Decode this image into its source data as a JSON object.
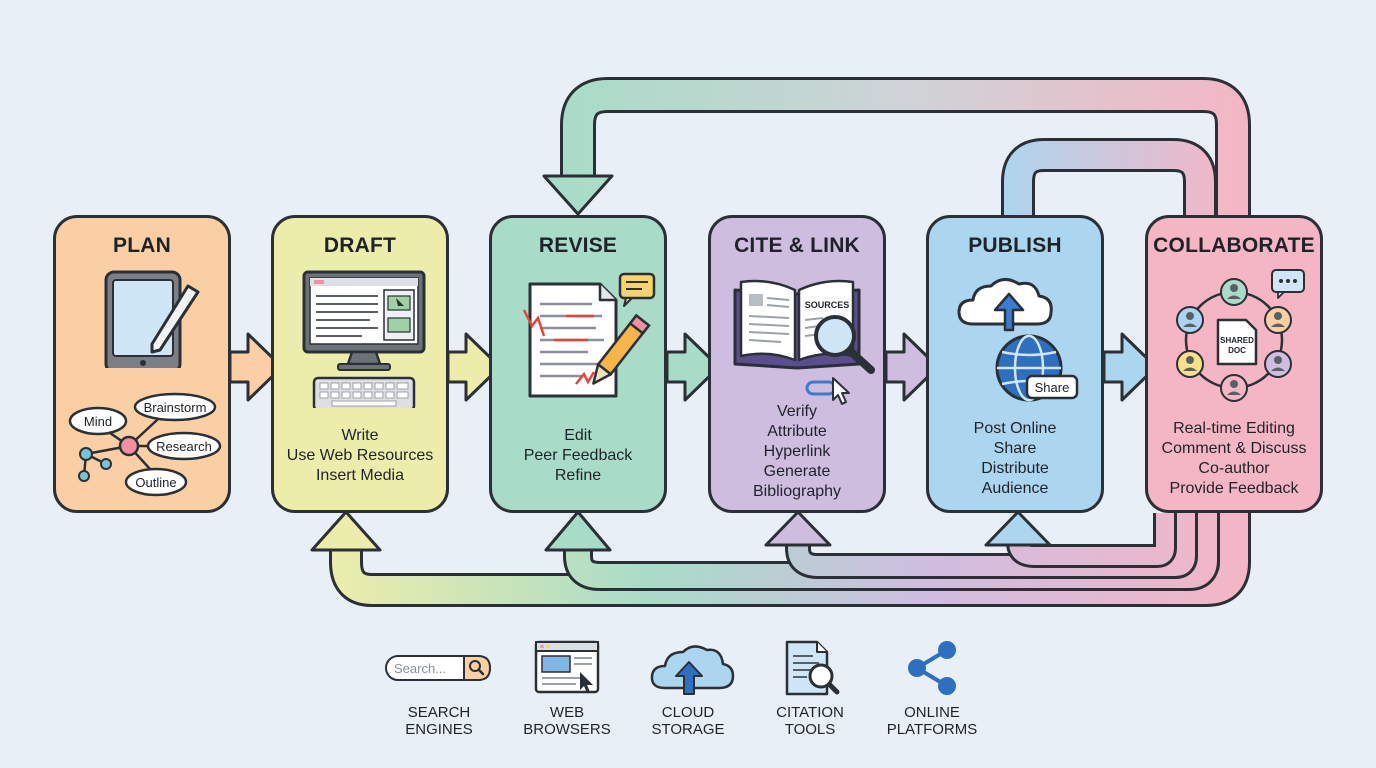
{
  "stages": [
    {
      "id": "plan",
      "title": "PLAN",
      "color": "#f9cfa3",
      "mindmap": {
        "nodes": [
          "Mind",
          "Brainstorm",
          "Research",
          "Outline"
        ]
      }
    },
    {
      "id": "draft",
      "title": "DRAFT",
      "color": "#ecedaa",
      "lines": [
        "Write",
        "Use Web Resources",
        "Insert Media"
      ]
    },
    {
      "id": "revise",
      "title": "REVISE",
      "color": "#a8dcc8",
      "lines": [
        "Edit",
        "Peer Feedback",
        "Refine"
      ]
    },
    {
      "id": "cite",
      "title": "CITE & LINK",
      "color": "#cfbde0",
      "book_label": "SOURCES",
      "lines": [
        "Verify",
        "Attribute",
        "Hyperlink",
        "Generate",
        "Bibliography"
      ]
    },
    {
      "id": "publish",
      "title": "PUBLISH",
      "color": "#acd5ef",
      "badge": "Share",
      "lines": [
        "Post Online",
        "Share",
        "Distribute",
        "Audience"
      ]
    },
    {
      "id": "collab",
      "title": "COLLABORATE",
      "color": "#f4b6c5",
      "doc_label": [
        "SHARED",
        "DOC"
      ],
      "lines": [
        "Real-time Editing",
        "Comment & Discuss",
        "Co-author",
        "Provide Feedback"
      ]
    }
  ],
  "tools": [
    {
      "id": "search",
      "label": [
        "SEARCH",
        "ENGINES"
      ],
      "placeholder": "Search...",
      "icon": "search-bar-icon"
    },
    {
      "id": "browsers",
      "label": [
        "WEB",
        "BROWSERS"
      ],
      "icon": "browser-window-icon"
    },
    {
      "id": "cloud",
      "label": [
        "CLOUD",
        "STORAGE"
      ],
      "icon": "cloud-upload-icon"
    },
    {
      "id": "citation",
      "label": [
        "CITATION",
        "TOOLS"
      ],
      "icon": "document-magnifier-icon"
    },
    {
      "id": "platforms",
      "label": [
        "ONLINE",
        "PLATFORMS"
      ],
      "icon": "share-nodes-icon"
    }
  ]
}
